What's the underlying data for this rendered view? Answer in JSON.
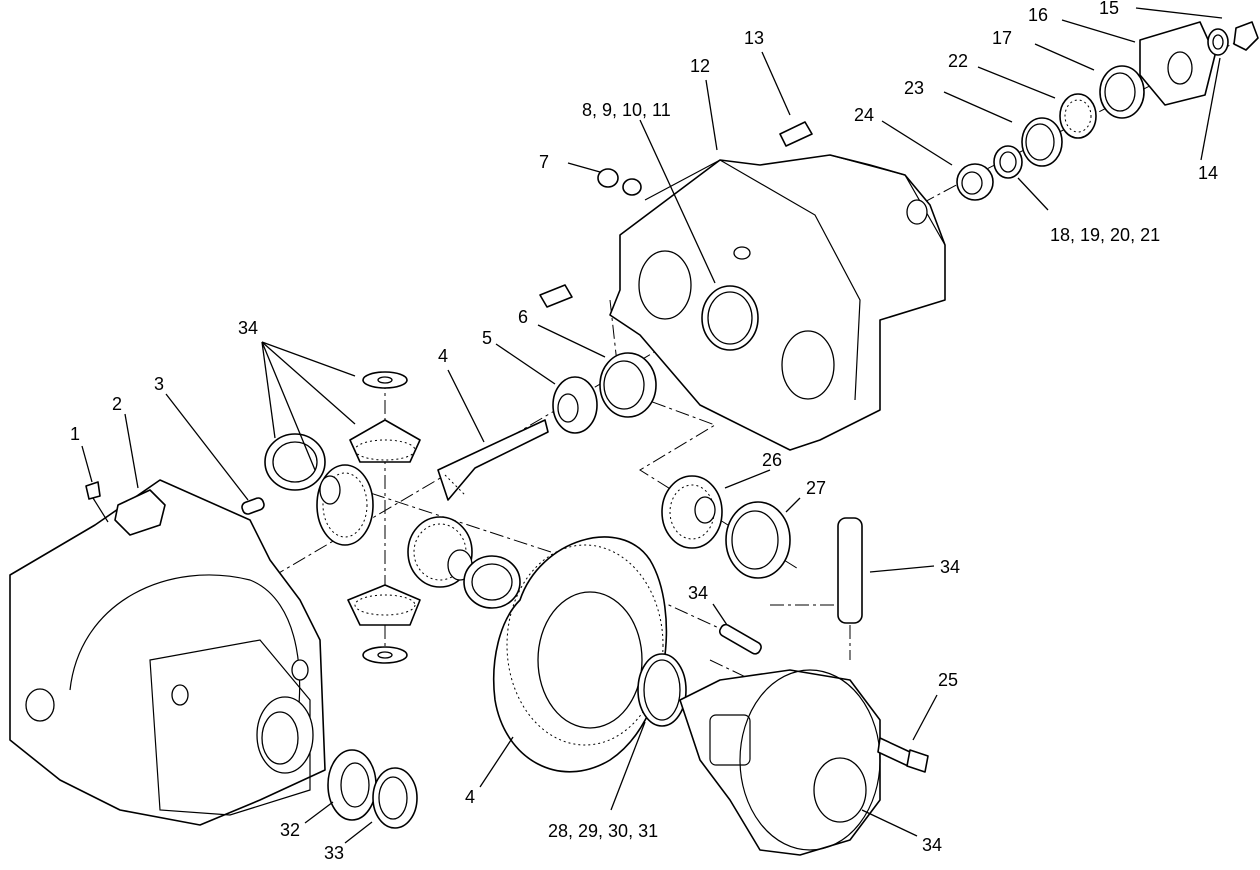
{
  "callouts": [
    {
      "id": "c1",
      "label": "1"
    },
    {
      "id": "c2",
      "label": "2"
    },
    {
      "id": "c3",
      "label": "3"
    },
    {
      "id": "c34a",
      "label": "34"
    },
    {
      "id": "c4a",
      "label": "4"
    },
    {
      "id": "c5",
      "label": "5"
    },
    {
      "id": "c6",
      "label": "6"
    },
    {
      "id": "c7",
      "label": "7"
    },
    {
      "id": "c8",
      "label": "8, 9, 10, 11"
    },
    {
      "id": "c12",
      "label": "12"
    },
    {
      "id": "c13",
      "label": "13"
    },
    {
      "id": "c24",
      "label": "24"
    },
    {
      "id": "c23",
      "label": "23"
    },
    {
      "id": "c22",
      "label": "22"
    },
    {
      "id": "c17",
      "label": "17"
    },
    {
      "id": "c16",
      "label": "16"
    },
    {
      "id": "c15",
      "label": "15"
    },
    {
      "id": "c14",
      "label": "14"
    },
    {
      "id": "c18",
      "label": "18, 19, 20, 21"
    },
    {
      "id": "c26",
      "label": "26"
    },
    {
      "id": "c27",
      "label": "27"
    },
    {
      "id": "c34b",
      "label": "34"
    },
    {
      "id": "c34c",
      "label": "34"
    },
    {
      "id": "c25",
      "label": "25"
    },
    {
      "id": "c4b",
      "label": "4"
    },
    {
      "id": "c28",
      "label": "28, 29, 30, 31"
    },
    {
      "id": "c34d",
      "label": "34"
    },
    {
      "id": "c32",
      "label": "32"
    },
    {
      "id": "c33",
      "label": "33"
    }
  ]
}
